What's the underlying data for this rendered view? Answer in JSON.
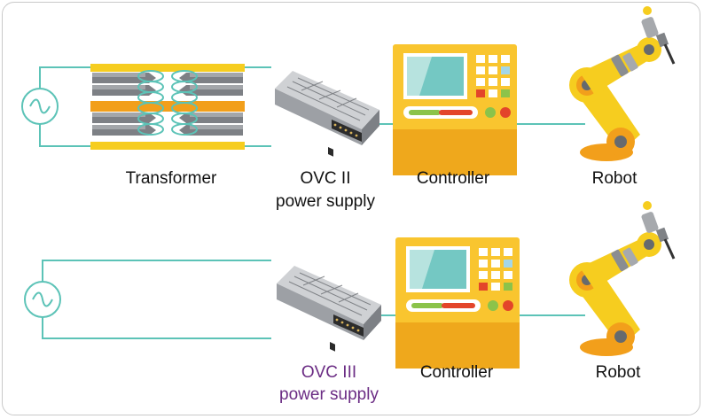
{
  "colors": {
    "wire": "#5cc3b7",
    "frame": "#c9c9c9",
    "yellow": "#f6cd1f",
    "orange": "#f29f1b",
    "controller_body": "#f9c52f",
    "controller_base": "#efa81c",
    "screen": "#74c8c3",
    "label_default": "#111111",
    "label_ovc3": "#6b2c84"
  },
  "row1": {
    "transformer_label": "Transformer",
    "psu_label_line1": "OVC II",
    "psu_label_line2": "power supply",
    "controller_label": "Controller",
    "robot_label": "Robot"
  },
  "row2": {
    "psu_label_line1": "OVC III",
    "psu_label_line2": "power supply",
    "controller_label": "Controller",
    "robot_label": "Robot"
  },
  "icons": {
    "ac_source": "ac-source-icon",
    "transformer": "transformer-icon",
    "psu": "power-supply-icon",
    "controller": "controller-icon",
    "robot": "robot-arm-icon"
  }
}
